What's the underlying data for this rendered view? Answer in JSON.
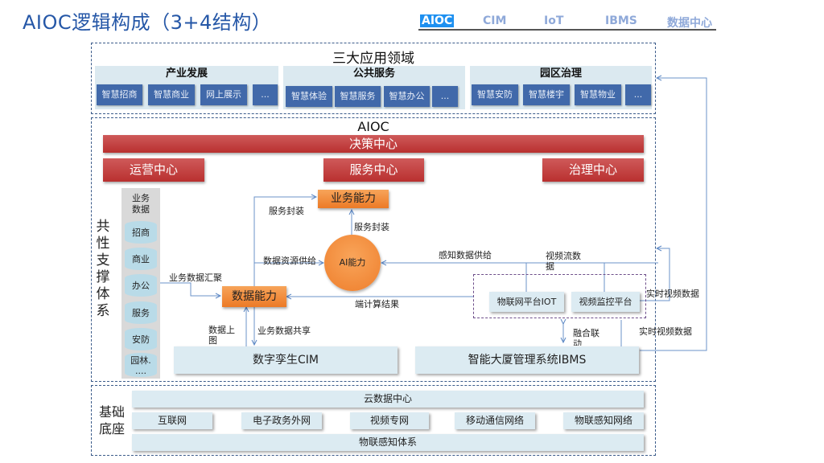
{
  "title": "AIOC逻辑构成（3+4结构）",
  "nav": {
    "items": [
      "AIOC",
      "CIM",
      "IoT",
      "IBMS",
      "数据中心"
    ],
    "active": "AIOC"
  },
  "application": {
    "title": "三大应用领域",
    "groups": [
      {
        "title": "产业发展",
        "items": [
          "智慧招商",
          "智慧商业",
          "网上展示",
          "..."
        ]
      },
      {
        "title": "公共服务",
        "items": [
          "智慧体验",
          "智慧服务",
          "智慧办公",
          "..."
        ]
      },
      {
        "title": "园区治理",
        "items": [
          "智慧安防",
          "智慧楼宇",
          "智慧物业",
          "..."
        ]
      }
    ]
  },
  "aioc": {
    "title": "AIOC",
    "decision_center": "决策中心",
    "centers": [
      "运营中心",
      "服务中心",
      "治理中心"
    ],
    "side_label": "共性支撑体系",
    "business_data": {
      "header": "业务数据",
      "items": [
        "招商",
        "商业",
        "办公",
        "服务",
        "安防",
        "园林.\n...."
      ]
    },
    "business_capability": "业务能力",
    "ai_capability": "AI能力",
    "data_capability": "数据能力",
    "cim": "数字孪生CIM",
    "ibms": "智能大厦管理系统IBMS",
    "iot_platform": "物联网平台IOT",
    "video_platform": "视频监控平台",
    "labels": {
      "service_wrap_left": "服务封装",
      "service_wrap_ai": "服务封装",
      "data_resource_supply": "数据资源供给",
      "business_data_gather": "业务数据汇聚",
      "perception_data_supply": "感知数据供给",
      "video_stream_data": "视频流数据",
      "edge_compute_result": "端计算结果",
      "data_upload": "数据上图",
      "business_data_share": "业务数据共享",
      "fusion_linkage": "融合联动",
      "realtime_video_1": "实时视频数据",
      "realtime_video_2": "实时视频数据"
    }
  },
  "foundation": {
    "side_label": "基础底座",
    "cloud": "云数据中心",
    "networks": [
      "互联网",
      "电子政务外网",
      "视频专网",
      "移动通信网络",
      "物联感知网络"
    ],
    "perception": "物联感知体系"
  }
}
